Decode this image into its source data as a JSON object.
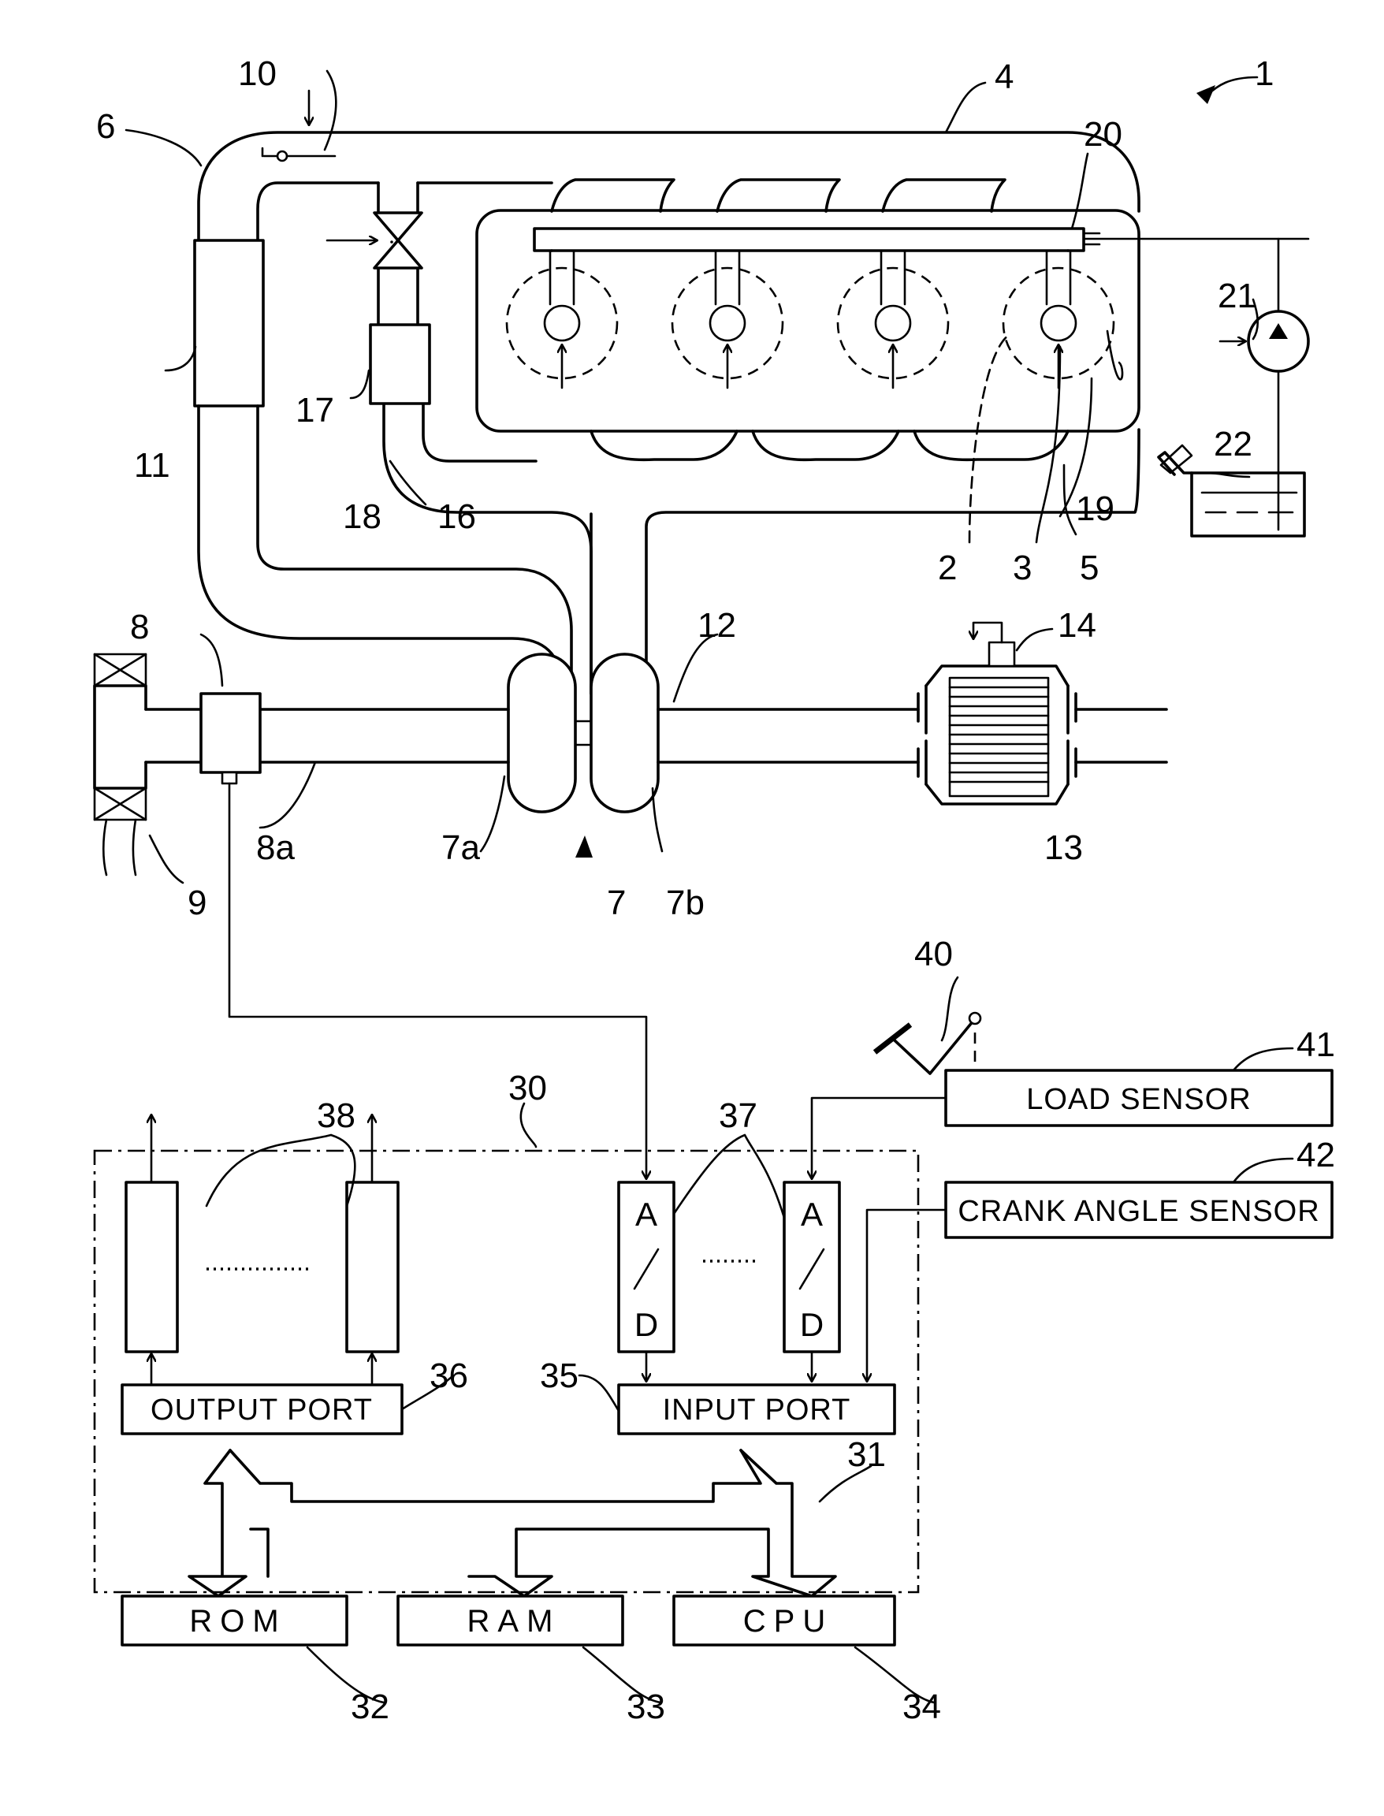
{
  "labels": {
    "system": "1",
    "fuel_valve": "2",
    "cylinder_b": "3",
    "intake_manifold": "4",
    "exhaust_manifold": "5",
    "intake_duct": "6",
    "turbo": "7",
    "compressor": "7a",
    "turbine": "7b",
    "airflow_meter": "8",
    "intake_pipe": "8a",
    "air_cleaner": "9",
    "throttle": "10",
    "intercooler": "11",
    "exhaust_pipe": "12",
    "catalyst": "13",
    "catalyst_valve": "14",
    "egr_passage": "16",
    "egr_valve": "17",
    "egr_cooler": "18",
    "injector": "19",
    "common_rail": "20",
    "fuel_pump": "21",
    "fuel_tank": "22",
    "ecu": "30",
    "bus": "31",
    "rom_num": "32",
    "ram_num": "33",
    "cpu_num": "34",
    "input_port_num": "35",
    "output_port_num": "36",
    "ad_converter": "37",
    "drive_circuit": "38",
    "accelerator": "40",
    "load_sensor_num": "41",
    "crank_sensor_num": "42"
  },
  "boxes": {
    "load_sensor": "LOAD SENSOR",
    "crank_angle_sensor": "CRANK ANGLE SENSOR",
    "output_port": "OUTPUT PORT",
    "input_port": "INPUT PORT",
    "rom": "ROM",
    "ram": "RAM",
    "cpu": "CPU",
    "ad_top": "A",
    "ad_bottom": "D"
  }
}
